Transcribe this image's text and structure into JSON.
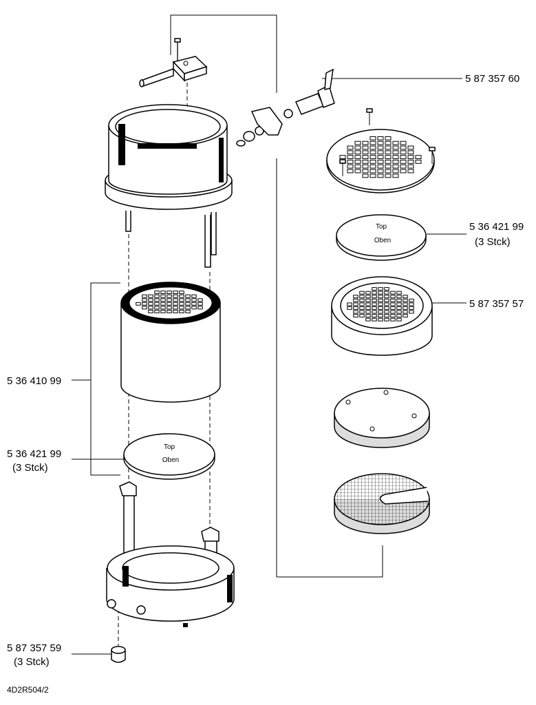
{
  "labels": {
    "valve": "5 87 357 60",
    "filter_top": "5 36 421 99",
    "filter_top_qty": "(3  Stck)",
    "sieve_ring": "5 87 357 57",
    "cartridge": "5 36 410 99",
    "filter_left": "5 36 421 99",
    "filter_left_qty": "(3  Stck)",
    "foot": "5 87 357 59",
    "foot_qty": "(3  Stck)"
  },
  "disc_text": {
    "top_en": "Top",
    "top_de": "Oben",
    "left_en": "Top",
    "left_de": "Oben"
  },
  "drawing_code": "4D2R504/2"
}
